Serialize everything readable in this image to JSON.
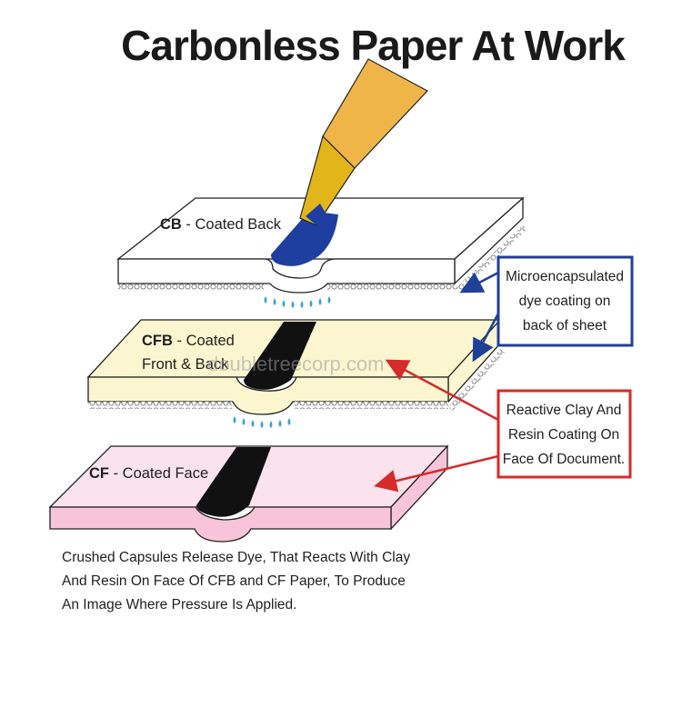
{
  "title": "Carbonless Paper At Work",
  "sheets": {
    "cb": {
      "code": "CB",
      "name": " - Coated Back"
    },
    "cfb": {
      "code": "CFB",
      "name_line1": " - Coated",
      "name_line2": "Front & Back"
    },
    "cf": {
      "code": "CF",
      "name": " - Coated Face"
    }
  },
  "callouts": {
    "microencapsulated": {
      "lines": [
        "Microencapsulated",
        "dye coating on",
        "back of sheet"
      ],
      "color": "#1f3f99"
    },
    "reactive_clay": {
      "lines": [
        "Reactive Clay And",
        "Resin Coating On",
        "Face Of Document."
      ],
      "color": "#d42b2b"
    }
  },
  "caption": {
    "lines": [
      "Crushed Capsules Release Dye, That Reacts With Clay",
      "And Resin On Face Of CFB and CF Paper, To Produce",
      "An Image Where Pressure Is Applied."
    ]
  },
  "watermark": "doubletreecorp.com",
  "colors": {
    "cb_sheet": "#ffffff",
    "cfb_sheet": "#fbf6cf",
    "cf_sheet": "#f8c4d9",
    "cf_top": "#fbe3ee",
    "blue_ink": "#1f3fa0",
    "black_ink": "#111111",
    "pen_body": "#f0b548",
    "pen_tip": "#e2b51a",
    "droplets": "#3aa0d8"
  }
}
